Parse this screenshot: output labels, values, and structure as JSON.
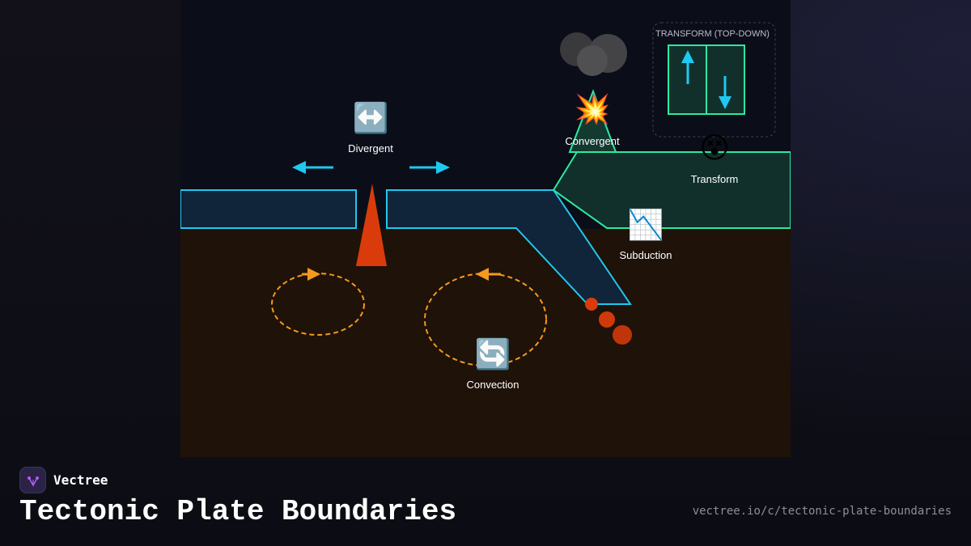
{
  "diagram": {
    "labels": {
      "divergent": "Divergent",
      "convergent": "Convergent",
      "transform": "Transform",
      "subduction": "Subduction",
      "convection": "Convection"
    },
    "icons": {
      "divergent": "left-right-arrow-icon",
      "convergent": "explosion-icon",
      "transform": "earthquake-face-icon",
      "subduction": "chart-decreasing-icon",
      "convection": "counterclockwise-arrows-icon"
    },
    "emoji": {
      "divergent": "↔️",
      "convergent": "💥",
      "transform": "😵",
      "subduction": "📉",
      "convection": "🔄"
    },
    "inset_title": "TRANSFORM (TOP-DOWN)",
    "colors": {
      "oceanic_plate_stroke": "#1fc8f0",
      "continental_plate_stroke": "#2ee8a0",
      "magma": "#d93c0a",
      "convection_current": "#f39a1e",
      "mantle": "#1f1208",
      "sky": "#0b0e18"
    }
  },
  "footer": {
    "brand": "Vectree",
    "title": "Tectonic Plate Boundaries",
    "url": "vectree.io/c/tectonic-plate-boundaries"
  }
}
